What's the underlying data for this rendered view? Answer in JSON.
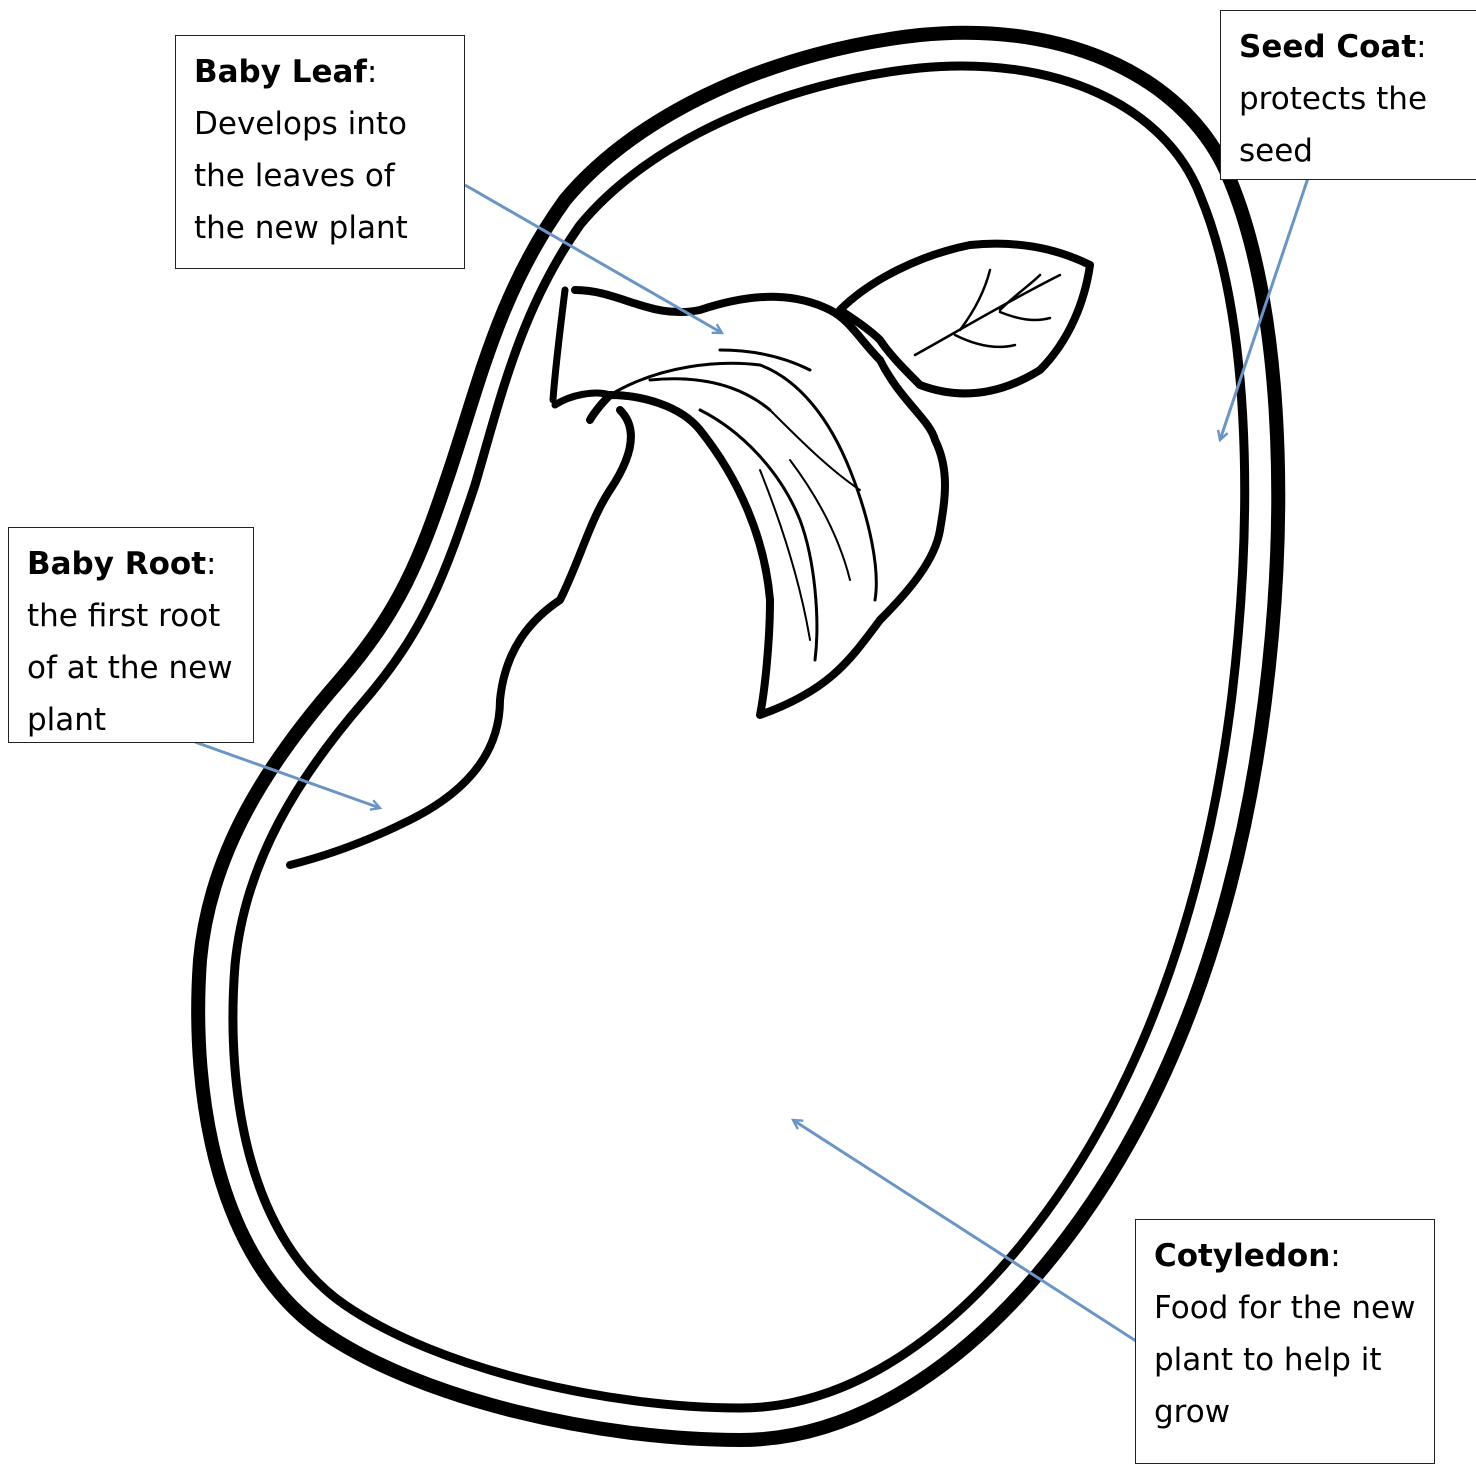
{
  "labels": {
    "baby_leaf": {
      "term": "Baby Leaf",
      "sep": ":",
      "desc": "Develops into the leaves of the new plant"
    },
    "seed_coat": {
      "term": "Seed Coat",
      "sep": ":",
      "desc": "protects the seed"
    },
    "baby_root": {
      "term": "Baby Root",
      "sep": ":",
      "desc": "the first root of at the new plant"
    },
    "cotyledon": {
      "term": "Cotyledon",
      "sep": ":",
      "desc": "Food for the new plant to help it grow"
    }
  },
  "colors": {
    "arrow": "#6a95c8",
    "outline": "#000000"
  }
}
